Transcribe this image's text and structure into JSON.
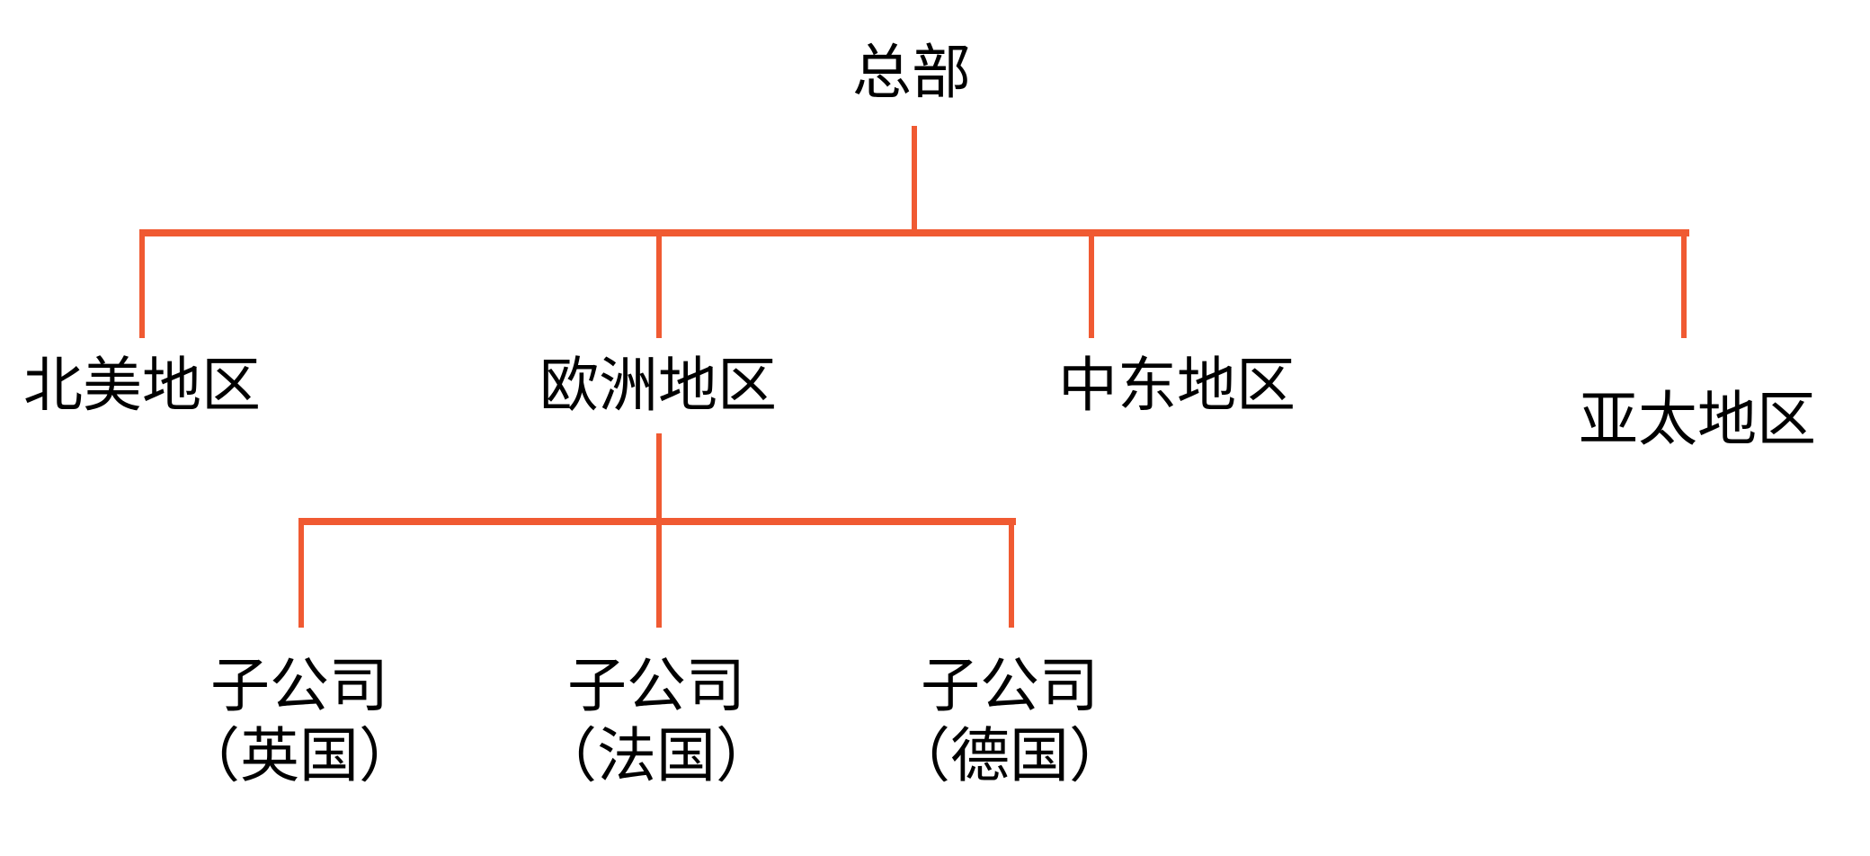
{
  "diagram": {
    "type": "org-chart",
    "line_color": "#F05A32",
    "text_color": "#000000",
    "background_color": "#FFFFFF",
    "root": {
      "label": "总部"
    },
    "regions": [
      {
        "id": "north-america",
        "label": "北美地区"
      },
      {
        "id": "europe",
        "label": "欧洲地区"
      },
      {
        "id": "middle-east",
        "label": "中东地区"
      },
      {
        "id": "asia-pacific",
        "label": "亚太地区"
      }
    ],
    "subsidiaries": [
      {
        "id": "uk",
        "lines": [
          "子公司",
          "（英国）"
        ]
      },
      {
        "id": "france",
        "lines": [
          "子公司",
          "（法国）"
        ]
      },
      {
        "id": "germany",
        "lines": [
          "子公司",
          "（德国）"
        ]
      }
    ]
  }
}
